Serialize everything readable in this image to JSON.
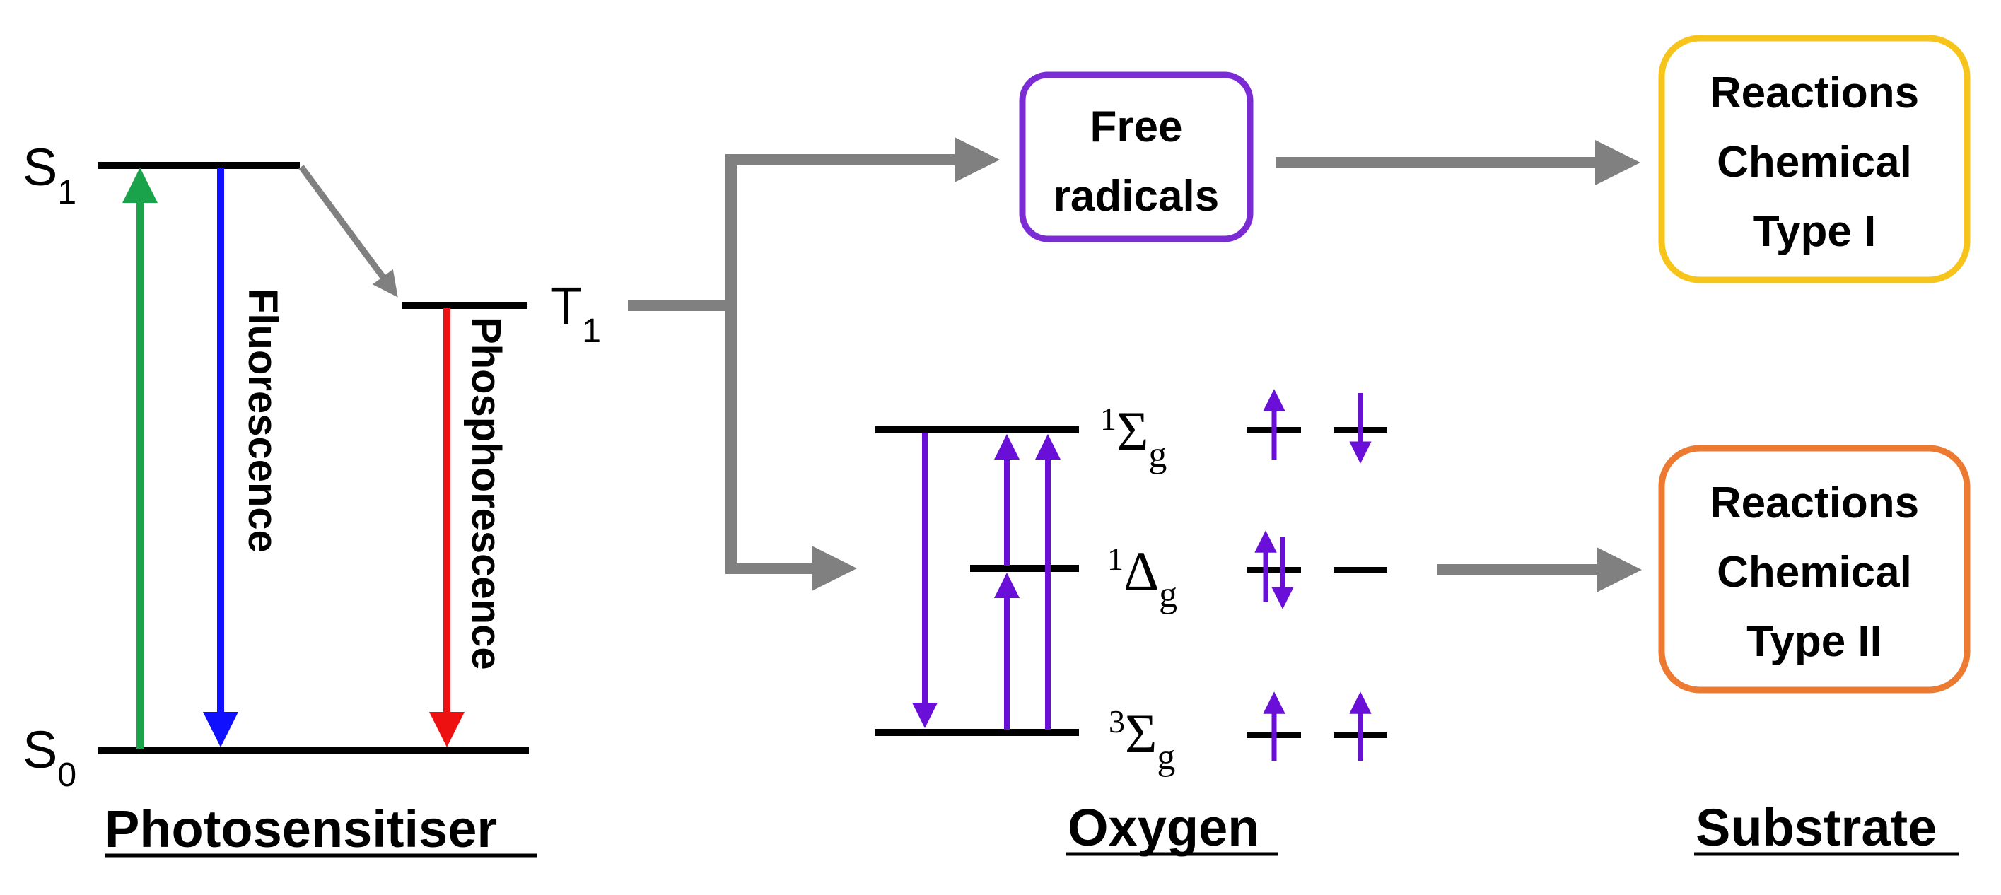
{
  "photosensitiser": {
    "s1": {
      "letter": "S",
      "sub": "1"
    },
    "s0": {
      "letter": "S",
      "sub": "0"
    },
    "t1": {
      "letter": "T",
      "sub": "1"
    },
    "fluorescence": "Fluorescence",
    "phosphorescence": "Phosphorescence",
    "title": "Photosensitiser"
  },
  "oxygen": {
    "sigma_excited": {
      "sup": "1",
      "symbol": "Σ",
      "sub": "g"
    },
    "delta": {
      "sup": "1",
      "symbol": "Δ",
      "sub": "g"
    },
    "sigma_ground": {
      "sup": "3",
      "symbol": "Σ",
      "sub": "g"
    },
    "title": "Oxygen"
  },
  "free_radicals": {
    "line1": "Free",
    "line2": "radicals"
  },
  "type1": {
    "line1": "Reactions",
    "line2": "Chemical",
    "line3": "Type I"
  },
  "type2": {
    "line1": "Reactions",
    "line2": "Chemical",
    "line3": "Type II"
  },
  "substrate_title": "Substrate",
  "colors": {
    "excitation": "#1aa34a",
    "fluorescence": "#1010ff",
    "phosphorescence": "#ee1111",
    "oxygen_arrows": "#6a0fd8",
    "flow_arrows": "#808080",
    "free_radicals_border": "#7a2bd3",
    "type1_border": "#f7c41c",
    "type2_border": "#ec7a31"
  }
}
